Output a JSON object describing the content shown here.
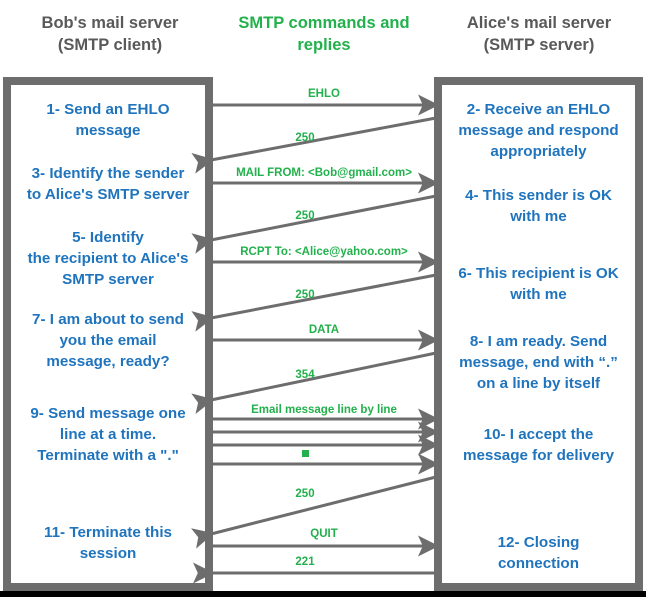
{
  "diagram": {
    "title": "SMTP commands and replies sequence between Bob's and Alice's mail servers",
    "colors": {
      "heading_gray": "#595959",
      "accent_green": "#22b14c",
      "step_blue": "#1f74bd",
      "frame_gray": "#6d6d6d",
      "arrow_gray": "#6d6d6d",
      "background": "#ffffff"
    }
  },
  "headings": {
    "left": "Bob's mail server\n(SMTP client)",
    "left_line1": "Bob's mail server",
    "left_line2": "(SMTP client)",
    "middle_line1": "SMTP commands and",
    "middle_line2": "replies",
    "right_line1": "Alice's mail server",
    "right_line2": "(SMTP server)"
  },
  "left_steps": [
    {
      "id": "step-1",
      "text": "1- Send an EHLO message"
    },
    {
      "id": "step-3",
      "text": "3- Identify the sender to Alice's SMTP server"
    },
    {
      "id": "step-5",
      "text": "5- Identify\nthe recipient to Alice's SMTP server"
    },
    {
      "id": "step-7",
      "text": "7- I am about to send you the email message, ready?"
    },
    {
      "id": "step-9",
      "text": "9- Send message one line at a time. Terminate with a \".\""
    },
    {
      "id": "step-11",
      "text": "11- Terminate this session"
    }
  ],
  "left_steps_lines": {
    "step_1": [
      "1- Send an EHLO",
      "message"
    ],
    "step_3": [
      "3- Identify the sender",
      "to Alice's SMTP server"
    ],
    "step_5": [
      "5- Identify",
      "the recipient to Alice's",
      "SMTP server"
    ],
    "step_7": [
      "7- I am about to send",
      "you the email",
      "message, ready?"
    ],
    "step_9": [
      "9- Send message one",
      "line at a time.",
      "Terminate with a \".\""
    ],
    "step_11": [
      "11- Terminate this",
      "session"
    ]
  },
  "right_steps_lines": {
    "step_2": [
      "2- Receive an EHLO",
      "message and respond",
      "appropriately"
    ],
    "step_4": [
      "4- This sender is OK",
      "with me"
    ],
    "step_6": [
      "6- This recipient is OK",
      "with me"
    ],
    "step_8": [
      "8-  I am ready. Send",
      "message, end with “.”",
      "on a line by itself"
    ],
    "step_10": [
      "10-  I accept the",
      "message for delivery"
    ],
    "step_12": [
      "12-  Closing",
      "connection"
    ]
  },
  "messages": [
    {
      "id": "msg-ehlo",
      "label": "EHLO",
      "direction": "client-to-server",
      "style": "horizontal"
    },
    {
      "id": "msg-250-a",
      "label": "250",
      "direction": "server-to-client",
      "style": "diagonal"
    },
    {
      "id": "msg-mail-from",
      "label": "MAIL FROM: <Bob@gmail.com>",
      "direction": "client-to-server",
      "style": "horizontal"
    },
    {
      "id": "msg-250-b",
      "label": "250",
      "direction": "server-to-client",
      "style": "diagonal"
    },
    {
      "id": "msg-rcpt-to",
      "label": "RCPT To: <Alice@yahoo.com>",
      "direction": "client-to-server",
      "style": "horizontal"
    },
    {
      "id": "msg-250-c",
      "label": "250",
      "direction": "server-to-client",
      "style": "diagonal"
    },
    {
      "id": "msg-data",
      "label": "DATA",
      "direction": "client-to-server",
      "style": "horizontal"
    },
    {
      "id": "msg-354",
      "label": "354",
      "direction": "server-to-client",
      "style": "diagonal"
    },
    {
      "id": "msg-body",
      "label": "Email message line by line",
      "direction": "client-to-server",
      "style": "horizontal-multi",
      "line_count": 4,
      "terminator": "dot"
    },
    {
      "id": "msg-250-d",
      "label": "250",
      "direction": "server-to-client",
      "style": "diagonal"
    },
    {
      "id": "msg-quit",
      "label": "QUIT",
      "direction": "client-to-server",
      "style": "horizontal"
    },
    {
      "id": "msg-221",
      "label": "221",
      "direction": "server-to-client",
      "style": "horizontal"
    }
  ]
}
